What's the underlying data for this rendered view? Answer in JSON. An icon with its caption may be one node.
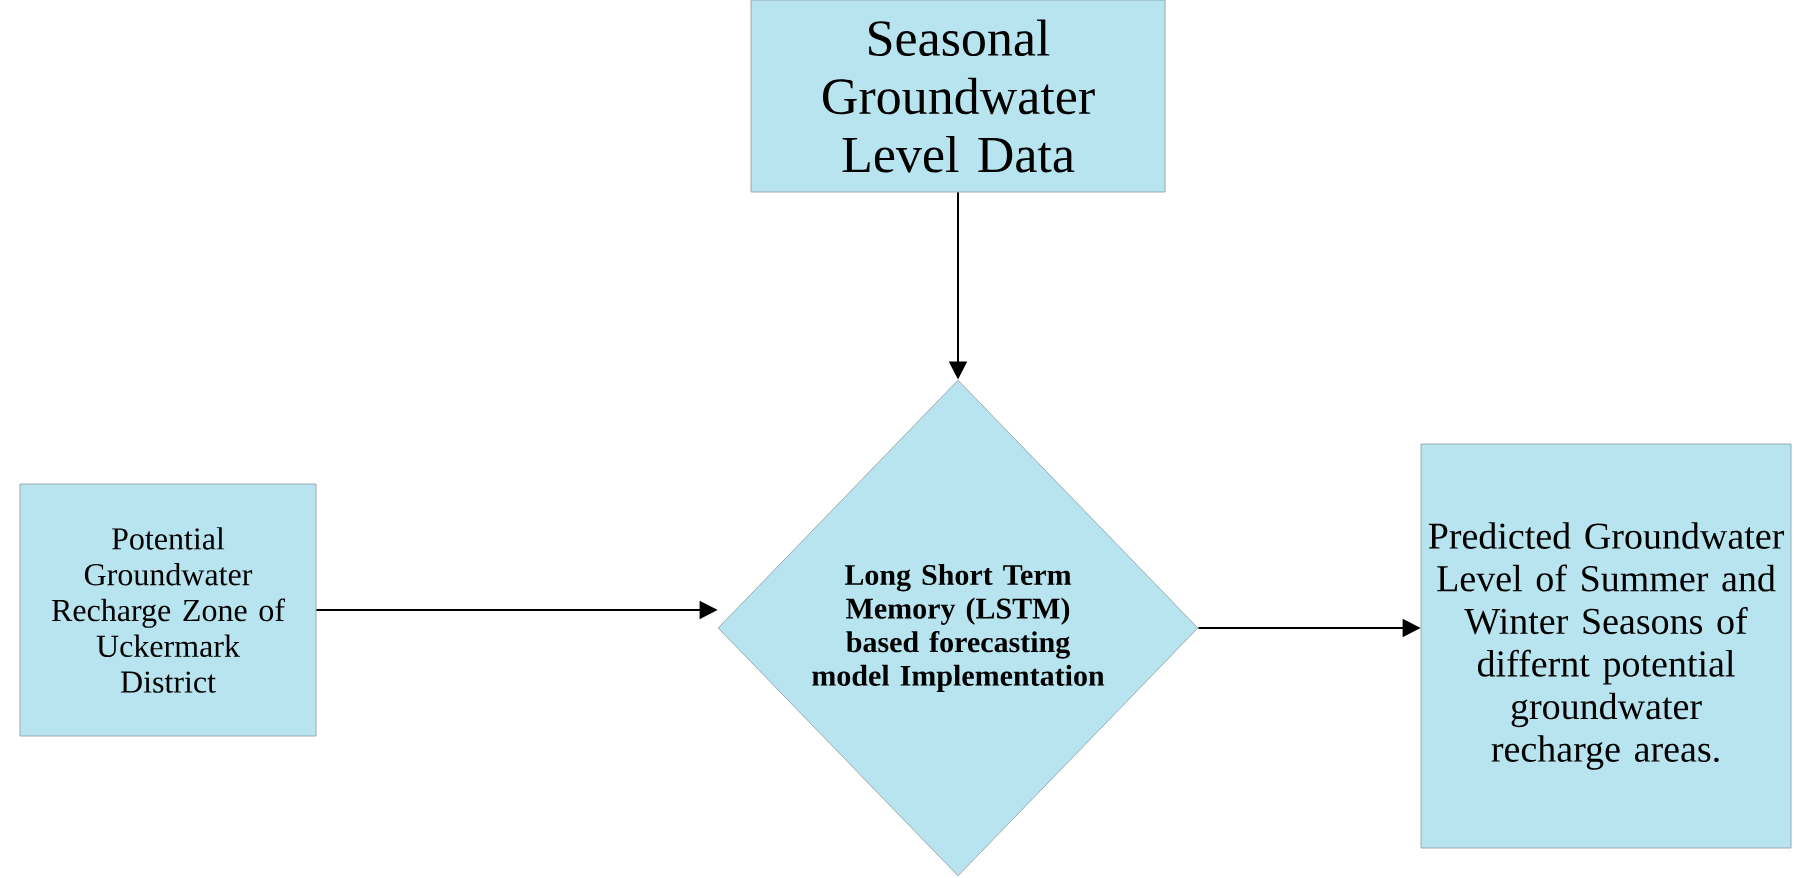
{
  "diagram": {
    "nodes": [
      {
        "text": [
          "Seasonal Groundwater Level Data"
        ]
      },
      {
        "text": [
          "Potential Groundwater Recharge Zone of Uckermark District"
        ]
      },
      {
        "text": [
          "Long Short Term Memory (LSTM) based forecasting model Implementation"
        ]
      },
      {
        "text": [
          "Predicted Groundwater Level of Summer and Winter Seasons of differnt potential groundwater recharge areas."
        ]
      }
    ],
    "edges": [
      {
        "from": 0,
        "to": 2,
        "arrow": "to"
      },
      {
        "from": 1,
        "to": 2,
        "arrow": "to"
      },
      {
        "from": 2,
        "to": 3,
        "arrow": "to"
      }
    ]
  }
}
